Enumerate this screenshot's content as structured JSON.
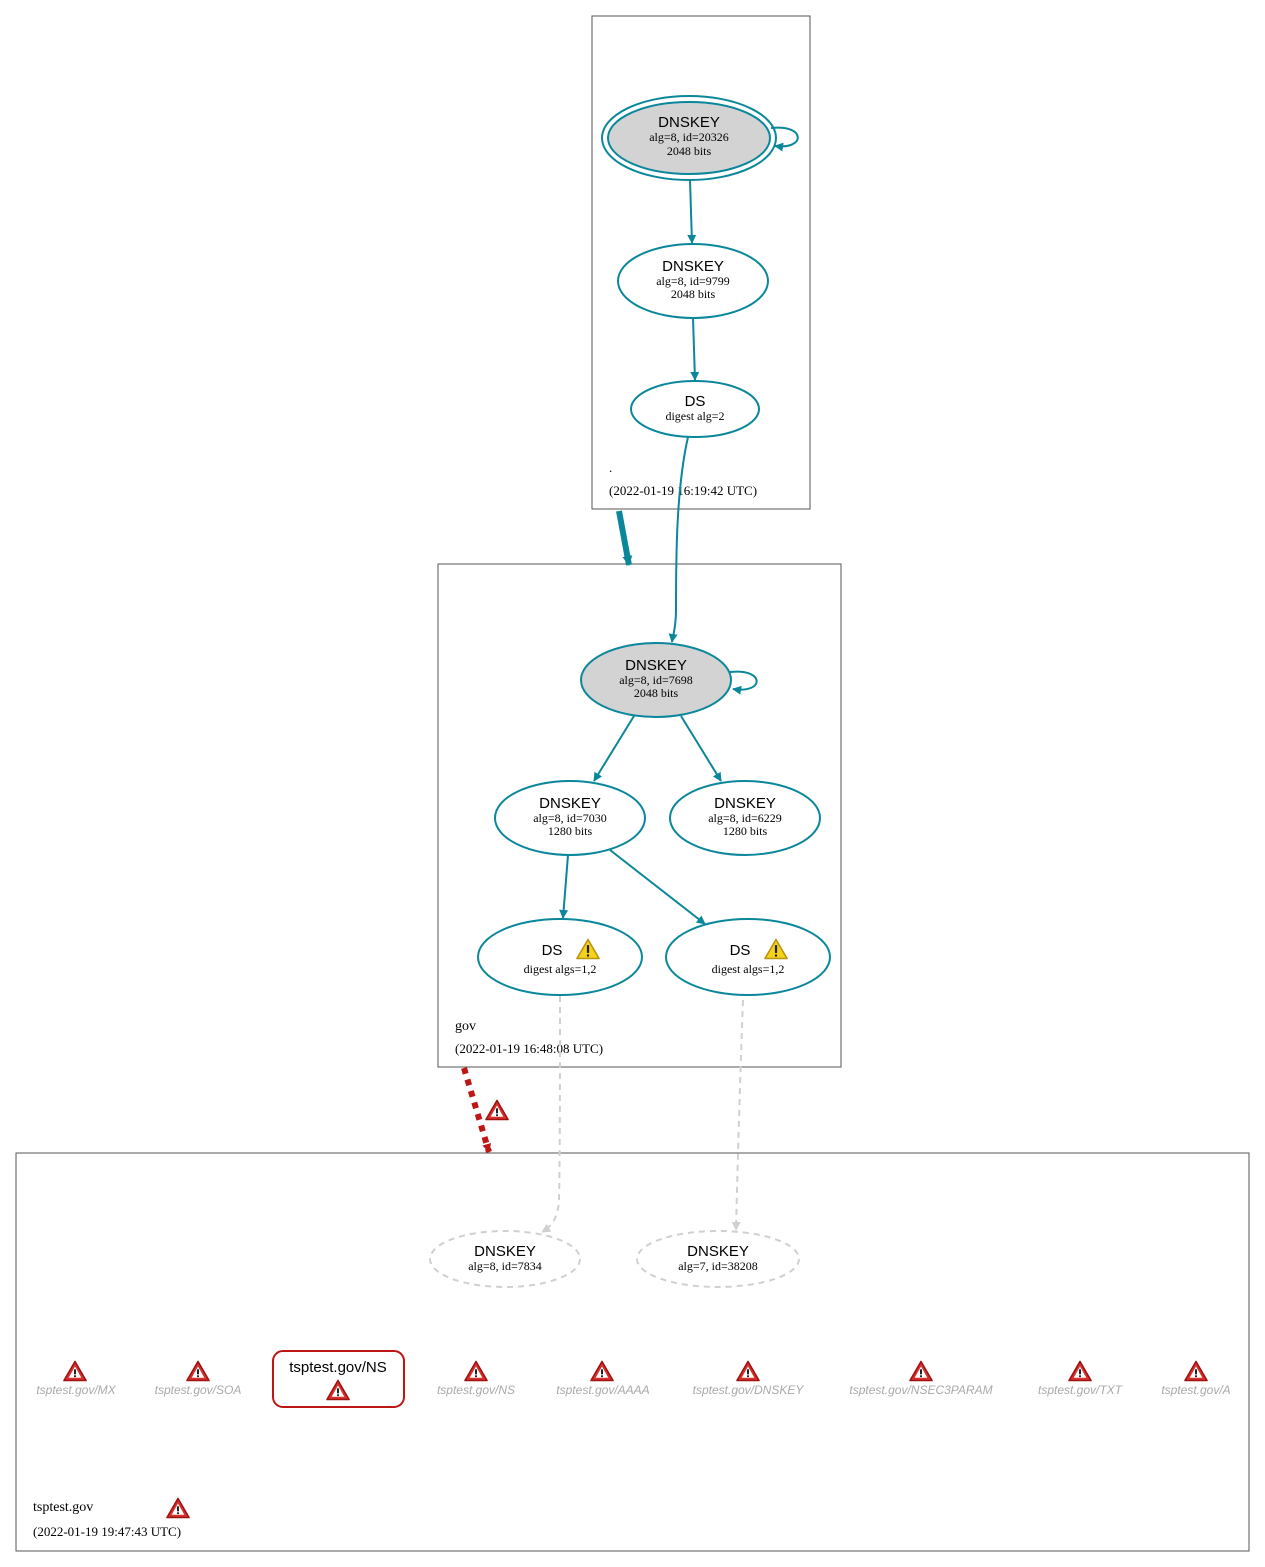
{
  "colors": {
    "secure": "#0a879a",
    "bogus": "#be1515",
    "missing": "#d0d0d0",
    "fill_ksk": "#d3d3d3",
    "record_text": "#a9a9a9",
    "zone_border": "#555555"
  },
  "zones": {
    "root": {
      "name": ".",
      "timestamp": "(2022-01-19 16:19:42 UTC)"
    },
    "gov": {
      "name": "gov",
      "timestamp": "(2022-01-19 16:48:08 UTC)"
    },
    "tsptest": {
      "name": "tsptest.gov",
      "timestamp": "(2022-01-19 19:47:43 UTC)",
      "icon": "error-icon"
    }
  },
  "nodes": {
    "root_ksk": {
      "title": "DNSKEY",
      "line1": "alg=8, id=20326",
      "line2": "2048 bits"
    },
    "root_zsk": {
      "title": "DNSKEY",
      "line1": "alg=8, id=9799",
      "line2": "2048 bits"
    },
    "root_ds": {
      "title": "DS",
      "line1": "digest alg=2"
    },
    "gov_ksk": {
      "title": "DNSKEY",
      "line1": "alg=8, id=7698",
      "line2": "2048 bits"
    },
    "gov_zsk1": {
      "title": "DNSKEY",
      "line1": "alg=8, id=7030",
      "line2": "1280 bits"
    },
    "gov_zsk2": {
      "title": "DNSKEY",
      "line1": "alg=8, id=6229",
      "line2": "1280 bits"
    },
    "gov_ds1": {
      "title": "DS",
      "line1": "digest algs=1,2",
      "icon": "warning-icon"
    },
    "gov_ds2": {
      "title": "DS",
      "line1": "digest algs=1,2",
      "icon": "warning-icon"
    },
    "tsp_key1": {
      "title": "DNSKEY",
      "line1": "alg=8, id=7834"
    },
    "tsp_key2": {
      "title": "DNSKEY",
      "line1": "alg=7, id=38208"
    }
  },
  "ns_box": {
    "label": "tsptest.gov/NS",
    "icon": "error-icon"
  },
  "records": [
    {
      "label": "tsptest.gov/MX",
      "icon": "error-icon"
    },
    {
      "label": "tsptest.gov/SOA",
      "icon": "error-icon"
    },
    {
      "label": "tsptest.gov/NS",
      "icon": "error-icon"
    },
    {
      "label": "tsptest.gov/AAAA",
      "icon": "error-icon"
    },
    {
      "label": "tsptest.gov/DNSKEY",
      "icon": "error-icon"
    },
    {
      "label": "tsptest.gov/NSEC3PARAM",
      "icon": "error-icon"
    },
    {
      "label": "tsptest.gov/TXT",
      "icon": "error-icon"
    },
    {
      "label": "tsptest.gov/A",
      "icon": "error-icon"
    }
  ],
  "delegation_edges": {
    "root_to_gov": {
      "status": "secure"
    },
    "gov_to_tsptest": {
      "status": "bogus",
      "icon": "error-icon"
    }
  }
}
